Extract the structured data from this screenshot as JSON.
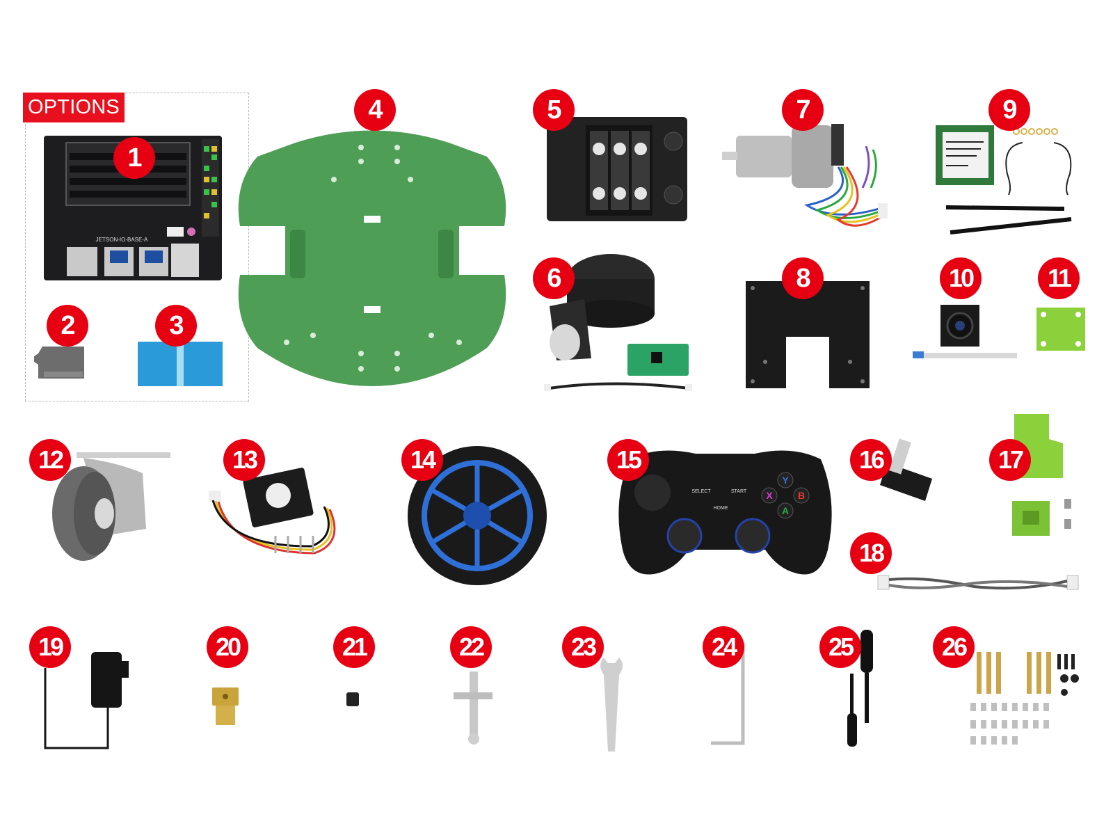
{
  "options_label": "OPTIONS",
  "items": [
    {
      "n": "1"
    },
    {
      "n": "2"
    },
    {
      "n": "3"
    },
    {
      "n": "4"
    },
    {
      "n": "5"
    },
    {
      "n": "6"
    },
    {
      "n": "7"
    },
    {
      "n": "8"
    },
    {
      "n": "9"
    },
    {
      "n": "10"
    },
    {
      "n": "11"
    },
    {
      "n": "12"
    },
    {
      "n": "13"
    },
    {
      "n": "14"
    },
    {
      "n": "15"
    },
    {
      "n": "16"
    },
    {
      "n": "17"
    },
    {
      "n": "18"
    },
    {
      "n": "19"
    },
    {
      "n": "20"
    },
    {
      "n": "21"
    },
    {
      "n": "22"
    },
    {
      "n": "23"
    },
    {
      "n": "24"
    },
    {
      "n": "25"
    },
    {
      "n": "26"
    }
  ],
  "pictured_text": {
    "carrier_board": "JETSON-IO-BASE-A",
    "gamepad_select": "SELECT",
    "gamepad_start": "START",
    "gamepad_home": "HOME",
    "gamepad_buttons": [
      "Y",
      "X",
      "B",
      "A"
    ]
  },
  "colors": {
    "badge": "#e60012",
    "options_tag": "#e8101e",
    "chassis_green": "#4e9e55",
    "bracket_green": "#8ad13c",
    "wheel_blue": "#2f6fd8",
    "fan_black": "#1c1c1c"
  }
}
